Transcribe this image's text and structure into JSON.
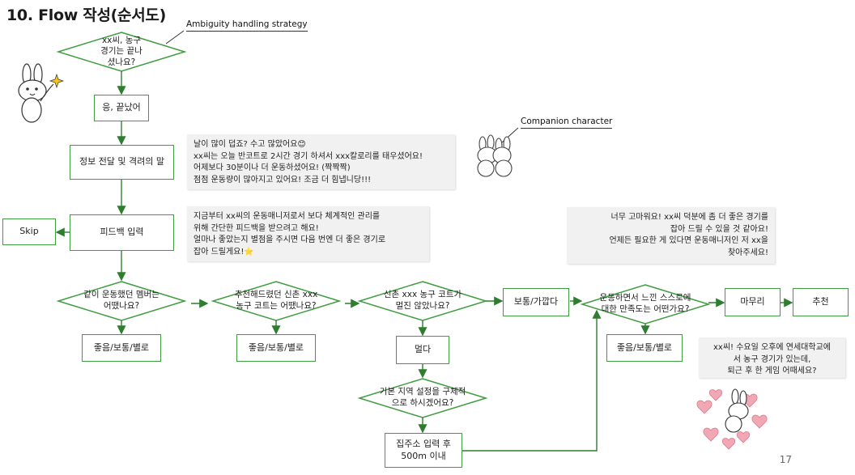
{
  "title": "10. Flow 작성(순서도)",
  "callouts": {
    "ambiguity": "Ambiguity handling strategy",
    "companion": "Companion character"
  },
  "decisions": {
    "game_over": "xx씨, 농구\n경기는 끝나\n셨나요?",
    "members": "같이 운동했던 멤버는\n어땠나요?",
    "court_rec": "추천해드렸던 신촌 xxx\n농구 코트는 어땠나요?",
    "court_far": "신촌 xxx 농구 코트가\n멀진 않았나요?",
    "region": "기본 지역 설정을 구체적\n으로 하시겠어요?",
    "satisfaction": "운동하면서 느낀 스스로에\n대한 만족도는 어떤가요?"
  },
  "boxes": {
    "yes_done": "응, 끝났어",
    "info": "정보 전달 및 격려의 말",
    "feedback": "피드백 입력",
    "skip": "Skip",
    "members_opts": "좋음/보통/별로",
    "court_opts": "좋음/보통/별로",
    "far": "멀다",
    "normal_close": "보통/가깝다",
    "address": "집주소 입력 후\n500m 이내",
    "satisfaction_opts": "좋음/보통/별로",
    "wrapup": "마무리",
    "recommend": "추천"
  },
  "bubbles": {
    "info": "날이 많이 덥죠? 수고 많았어요😊\nxx씨는 오늘 반코트로 2시간 경기 하셔서 xxx칼로리를 태우셨어요!\n어제보다 30분이나 더 운동하셨어요! (짝짝짝)\n점점 운동량이 많아지고 있어요! 조금 더 힘냅니당!!!",
    "feedback": "지금부터 xx씨의 운동매니저로서 보다 체계적인 관리를\n위해 간단한 피드백을 받으려고 해요!\n얼마나 좋았는지 별점을 주시면 다음 번엔 더 좋은 경기로\n잡아 드릴게요!⭐",
    "thanks": "너무 고마워요! xx씨 덕분에 좀 더 좋은 경기를\n잡아 드릴 수 있을 것 같아요!\n언제든 필요한 게 있다면 운동매니저인 저 xx을\n찾아주세요!",
    "recommend": "xx씨! 수요일 오후에 연세대학교에\n서 농구 경기가 있는데,\n퇴근 후 한 게임 어때세요?"
  },
  "page_number": "17",
  "colors": {
    "node_border": "#3f9c3f",
    "arrow": "#2f7d2f",
    "bubble_bg": "#f1f1f1"
  },
  "icons": [
    "sparkle-icon",
    "bunny-character",
    "companion-bunnies",
    "hearts-bunny"
  ]
}
